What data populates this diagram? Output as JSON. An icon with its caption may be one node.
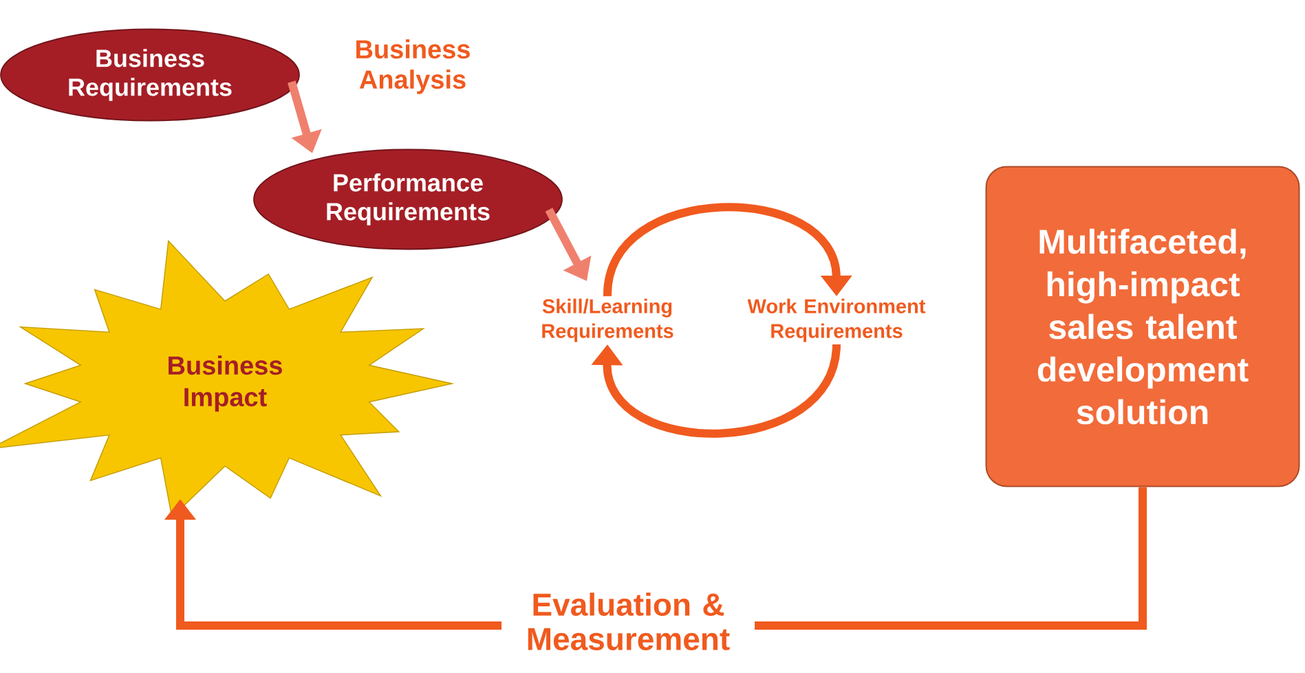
{
  "diagram": {
    "nodes": [
      {
        "text": [
          "Business Requirements"
        ]
      },
      {
        "text": [
          "Performance Requirements"
        ]
      },
      {
        "text": [
          "Business Impact"
        ]
      },
      {
        "text": [
          "Skill/Learning Requirements"
        ]
      },
      {
        "text": [
          "Work Environment Requirements"
        ]
      },
      {
        "text": [
          "Multifaceted, high-impact sales talent development solution"
        ]
      }
    ],
    "edges": [
      {
        "from": 0,
        "to": 1,
        "arrow": "to",
        "color": "#f0806e"
      },
      {
        "from": 1,
        "to": 3,
        "arrow": "to",
        "color": "#f0806e"
      },
      {
        "from": 3,
        "to": 4,
        "arrow": "to"
      },
      {
        "from": 4,
        "to": 3,
        "arrow": "to"
      },
      {
        "from": 5,
        "to": 2,
        "arrow": "to",
        "label": "Evaluation & Measurement"
      }
    ],
    "labels": [
      "Business Analysis"
    ]
  }
}
